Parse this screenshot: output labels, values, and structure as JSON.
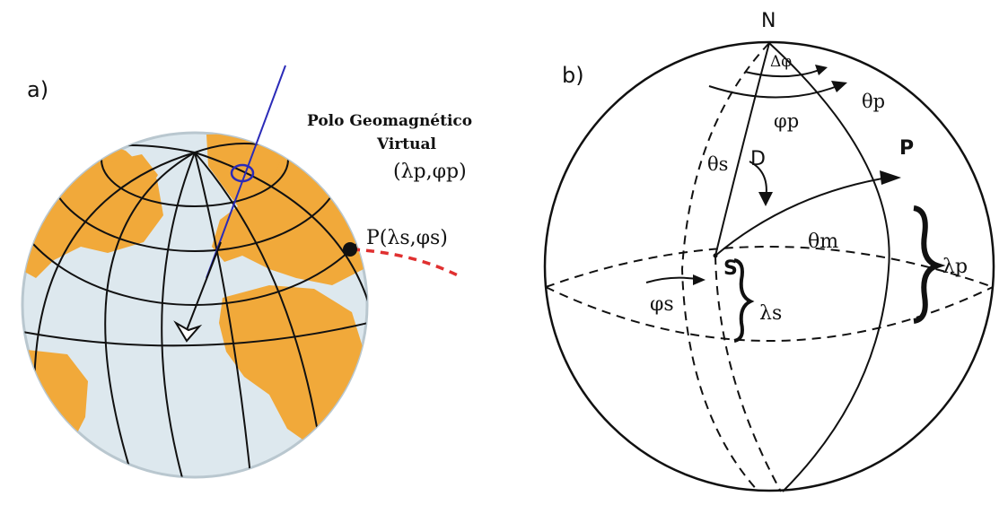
{
  "panel_a": {
    "label": "a)",
    "pole_title_line1": "Polo Geomagnético",
    "pole_title_line2": "Virtual",
    "pole_coords": "(λp,φp)",
    "site_label": "P(λs,φs)",
    "colors": {
      "land": "#f1a93a",
      "ocean": "#dde8ee",
      "pole_line": "#2b2bb8",
      "path": "#e03030"
    }
  },
  "panel_b": {
    "label": "b)",
    "north": "N",
    "delta_phi": "Δφ",
    "phi_p": "φp",
    "theta_p": "θp",
    "point_p": "P",
    "theta_s": "θs",
    "declination": "D",
    "theta_m": "θm",
    "site": "S",
    "phi_s": "φs",
    "lambda_s": "λs",
    "lambda_p": "λp"
  }
}
